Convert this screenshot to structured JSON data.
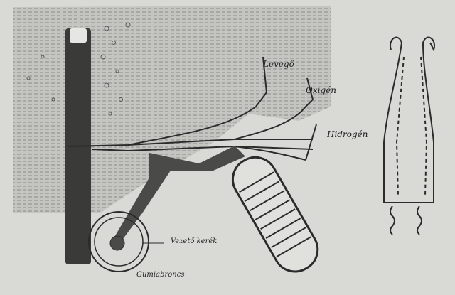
{
  "labels": {
    "air": "Levegő",
    "oxygen": "Oxigén",
    "hydrogen": "Hidrogén",
    "guide_wheel": "Vezető kerék",
    "tire": "Gumiabroncs"
  },
  "colors": {
    "paper": "#d9d9d6",
    "ink": "#2b2b2b",
    "water": "#a9a9a6"
  }
}
